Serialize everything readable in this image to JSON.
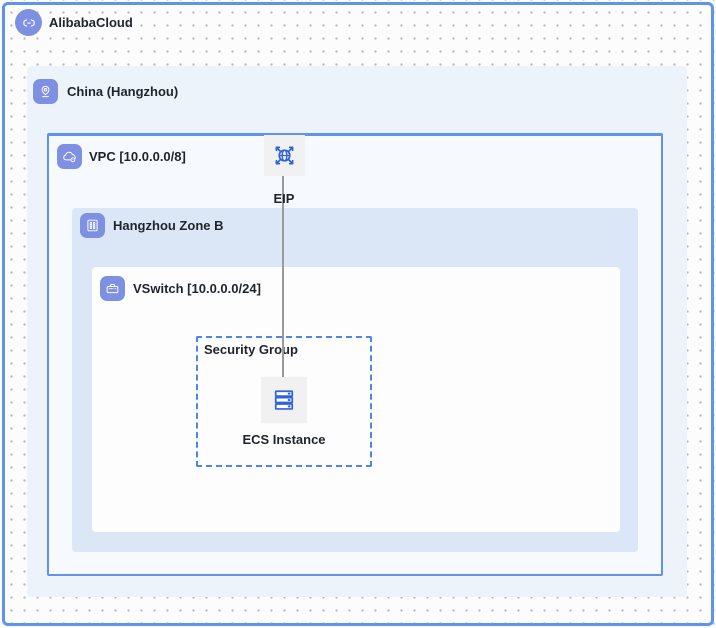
{
  "labels": {
    "provider": "AlibabaCloud",
    "region": "China (Hangzhou)",
    "vpc": "VPC [10.0.0.0/8]",
    "eip": "EIP",
    "zone": "Hangzhou Zone B",
    "vswitch": "VSwitch [10.0.0.0/24]",
    "security_group": "Security Group",
    "ecs": "ECS Instance"
  },
  "icons": {
    "provider": "alibaba-cloud-logo-icon",
    "region": "location-pin-icon",
    "vpc": "cloud-gear-icon",
    "zone": "datacenter-rack-icon",
    "vswitch": "switch-device-icon",
    "eip": "globe-expand-arrows-icon",
    "ecs": "server-stack-icon"
  },
  "colors": {
    "frame_border": "#5f93ee",
    "region_bg": "#edf3fa",
    "vpc_bg": "#f6f9fe",
    "vpc_border": "#5f93ee",
    "zone_bg": "#dbe6f6",
    "vswitch_bg": "#fdfdfe",
    "security_group_border": "#4a86ec",
    "icon_badge_bg": "#7d90e1",
    "icon_tile_bg": "#f1f1f1",
    "glyph_blue": "#2e62d9",
    "connector": "#9a9a9a",
    "text": "#1f242b"
  }
}
